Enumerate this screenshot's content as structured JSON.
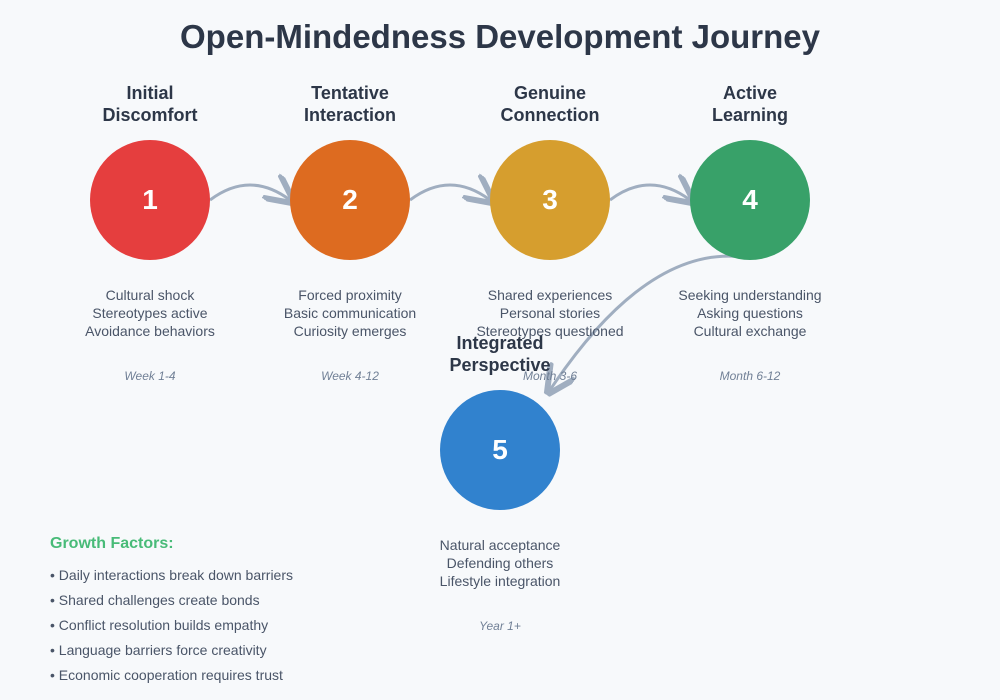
{
  "title": "Open-Mindedness Development Journey",
  "stages": [
    {
      "number": "1",
      "title": "Initial\nDiscomfort",
      "color": "#e53e3e",
      "lines": [
        "Cultural shock",
        "Stereotypes active",
        "Avoidance behaviors"
      ],
      "time": "Week 1-4"
    },
    {
      "number": "2",
      "title": "Tentative\nInteraction",
      "color": "#dd6b20",
      "lines": [
        "Forced proximity",
        "Basic communication",
        "Curiosity emerges"
      ],
      "time": "Week 4-12"
    },
    {
      "number": "3",
      "title": "Genuine\nConnection",
      "color": "#d69e2e",
      "lines": [
        "Shared experiences",
        "Personal stories",
        "Stereotypes questioned"
      ],
      "time": "Month 3-6"
    },
    {
      "number": "4",
      "title": "Active\nLearning",
      "color": "#38a169",
      "lines": [
        "Seeking understanding",
        "Asking questions",
        "Cultural exchange"
      ],
      "time": "Month 6-12"
    },
    {
      "number": "5",
      "title": "Integrated\nPerspective",
      "color": "#3182ce",
      "lines": [
        "Natural acceptance",
        "Defending others",
        "Lifestyle integration"
      ],
      "time": "Year 1+"
    }
  ],
  "growth_factors": {
    "title": "Growth Factors:",
    "items": [
      "• Daily interactions break down barriers",
      "• Shared challenges create bonds",
      "• Conflict resolution builds empathy",
      "• Language barriers force creativity",
      "• Economic cooperation requires trust"
    ]
  }
}
